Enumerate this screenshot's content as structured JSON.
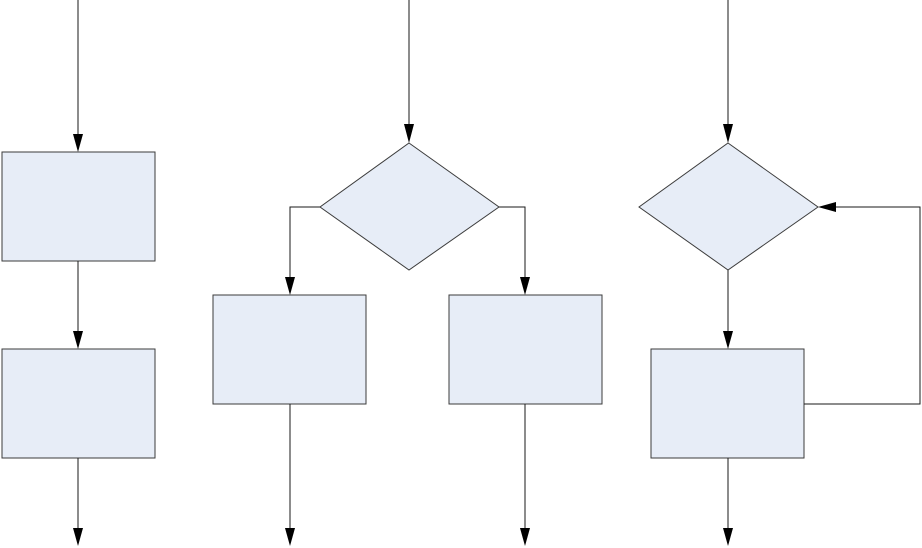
{
  "colors": {
    "node_fill": "#e7edf7",
    "node_stroke": "#3b3b3b",
    "edge_stroke": "#1a1a1a",
    "arrow_fill": "#000000",
    "background": "#ffffff"
  },
  "flowcharts": [
    {
      "structure": "sequence",
      "nodes": [
        {
          "id": "seq-step-1",
          "shape": "rectangle",
          "label": ""
        },
        {
          "id": "seq-step-2",
          "shape": "rectangle",
          "label": ""
        }
      ]
    },
    {
      "structure": "selection",
      "nodes": [
        {
          "id": "sel-decision",
          "shape": "diamond",
          "label": ""
        },
        {
          "id": "sel-branch-left",
          "shape": "rectangle",
          "label": ""
        },
        {
          "id": "sel-branch-right",
          "shape": "rectangle",
          "label": ""
        }
      ]
    },
    {
      "structure": "loop",
      "nodes": [
        {
          "id": "loop-decision",
          "shape": "diamond",
          "label": ""
        },
        {
          "id": "loop-body",
          "shape": "rectangle",
          "label": ""
        }
      ]
    }
  ]
}
